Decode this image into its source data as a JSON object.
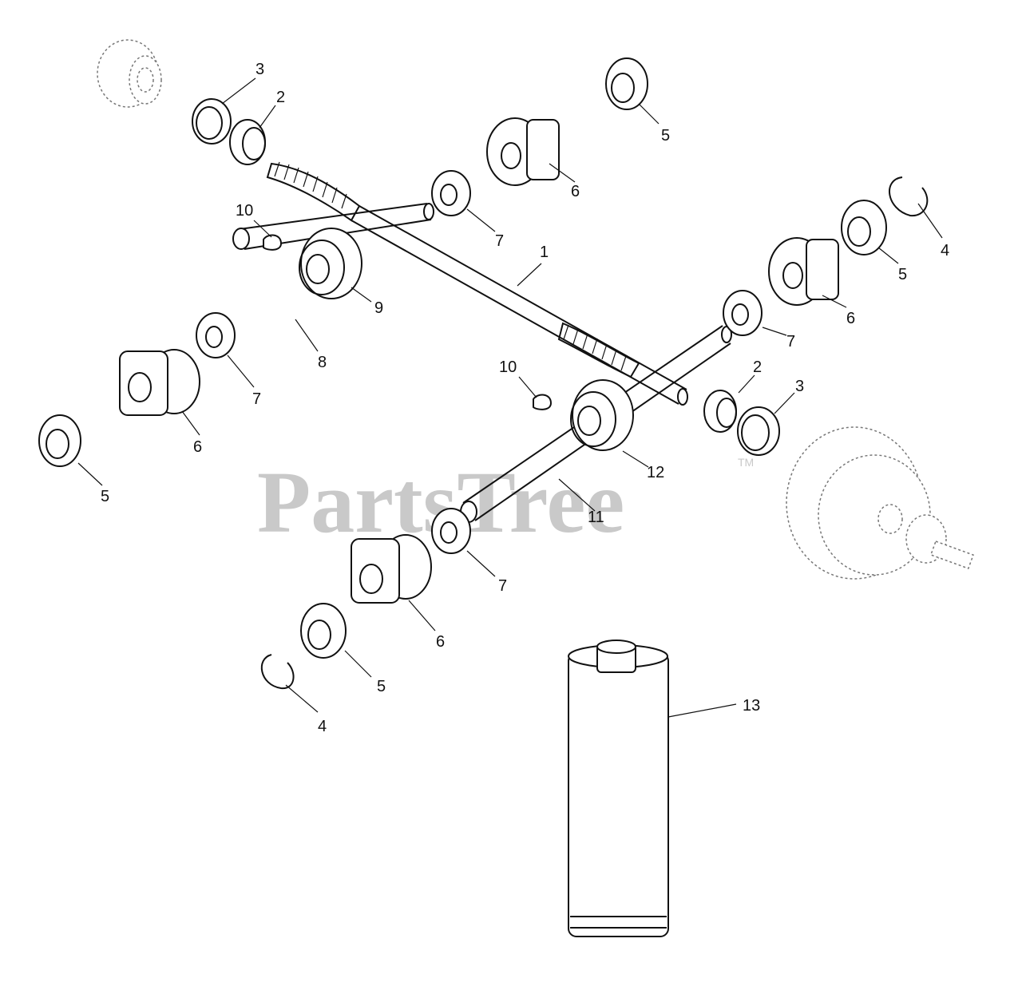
{
  "watermark": {
    "text": "PartsTree",
    "mark": "TM"
  },
  "labels": {
    "l1": "1",
    "l2a": "2",
    "l2b": "2",
    "l3a": "3",
    "l3b": "3",
    "l4a": "4",
    "l4b": "4",
    "l5a": "5",
    "l5b": "5",
    "l5c": "5",
    "l5d": "5",
    "l6a": "6",
    "l6b": "6",
    "l6c": "6",
    "l6d": "6",
    "l7a": "7",
    "l7b": "7",
    "l7c": "7",
    "l7d": "7",
    "l8": "8",
    "l9": "9",
    "l10a": "10",
    "l10b": "10",
    "l11": "11",
    "l12": "12",
    "l13": "13"
  }
}
